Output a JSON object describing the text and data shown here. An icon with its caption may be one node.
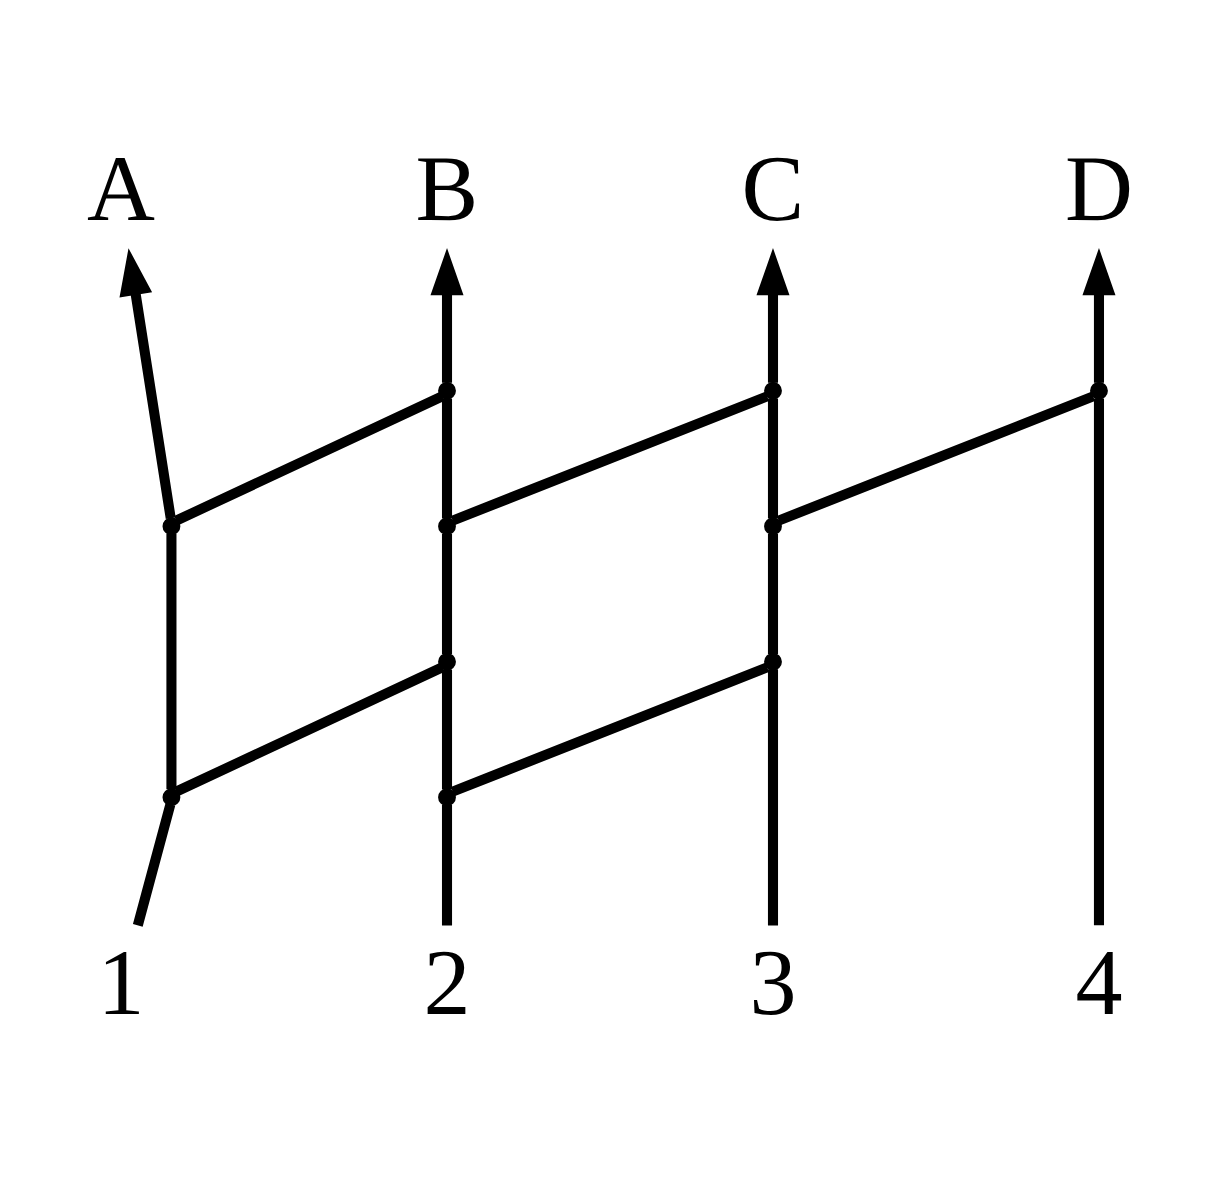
{
  "diagram": {
    "nodes": [
      {
        "text": [
          "A"
        ]
      },
      {
        "text": [
          "B"
        ]
      },
      {
        "text": [
          "C"
        ]
      },
      {
        "text": [
          "D"
        ]
      },
      {
        "text": [],
        "shape": "point"
      },
      {
        "text": [],
        "shape": "point"
      },
      {
        "text": [],
        "shape": "point"
      },
      {
        "text": [],
        "shape": "point"
      },
      {
        "text": [],
        "shape": "point"
      },
      {
        "text": [],
        "shape": "point"
      },
      {
        "text": [],
        "shape": "point"
      },
      {
        "text": [],
        "shape": "point"
      },
      {
        "text": [],
        "shape": "point"
      },
      {
        "text": [],
        "shape": "point"
      },
      {
        "text": [
          "1"
        ]
      },
      {
        "text": [
          "2"
        ]
      },
      {
        "text": [
          "3"
        ]
      },
      {
        "text": [
          "4"
        ]
      }
    ],
    "edges": [
      {
        "from": 14,
        "to": 9,
        "arrow": "none"
      },
      {
        "from": 9,
        "to": 4,
        "arrow": "none"
      },
      {
        "from": 4,
        "to": 0,
        "arrow": "to"
      },
      {
        "from": 15,
        "to": 12,
        "arrow": "none"
      },
      {
        "from": 12,
        "to": 10,
        "arrow": "none"
      },
      {
        "from": 10,
        "to": 6,
        "arrow": "none"
      },
      {
        "from": 6,
        "to": 5,
        "arrow": "none"
      },
      {
        "from": 5,
        "to": 1,
        "arrow": "to"
      },
      {
        "from": 16,
        "to": 13,
        "arrow": "none"
      },
      {
        "from": 13,
        "to": 8,
        "arrow": "none"
      },
      {
        "from": 8,
        "to": 7,
        "arrow": "none"
      },
      {
        "from": 7,
        "to": 2,
        "arrow": "to"
      },
      {
        "from": 17,
        "to": 11,
        "arrow": "none"
      },
      {
        "from": 11,
        "to": 3,
        "arrow": "to"
      },
      {
        "from": 4,
        "to": 5,
        "arrow": "none"
      },
      {
        "from": 9,
        "to": 10,
        "arrow": "none"
      },
      {
        "from": 6,
        "to": 7,
        "arrow": "none"
      },
      {
        "from": 8,
        "to": 11,
        "arrow": "none"
      },
      {
        "from": 12,
        "to": 13,
        "arrow": "none"
      }
    ]
  }
}
